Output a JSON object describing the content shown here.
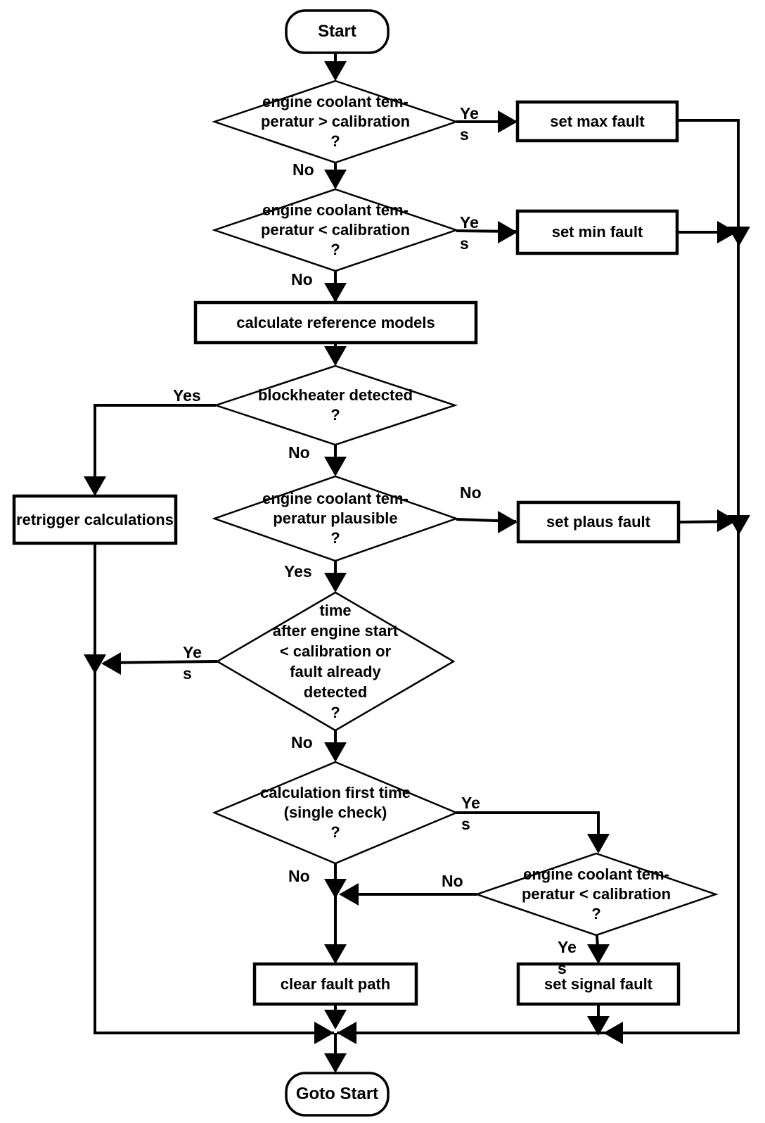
{
  "diagram": {
    "background": "#ffffff",
    "line_color": "#000000",
    "nodes": {
      "start": {
        "type": "terminator",
        "label": "Start"
      },
      "check_temp_high": {
        "type": "decision",
        "label": "engine coolant tem-\nperatur > calibration\n?"
      },
      "set_max_fault": {
        "type": "process",
        "label": "set max fault"
      },
      "check_temp_low": {
        "type": "decision",
        "label": "engine coolant tem-\nperatur < calibration\n?"
      },
      "set_min_fault": {
        "type": "process",
        "label": "set min fault"
      },
      "calc_reference": {
        "type": "process",
        "label": "calculate reference models"
      },
      "check_blockheater": {
        "type": "decision",
        "label": "blockheater detected\n?"
      },
      "retrigger_calculations": {
        "type": "process",
        "label": "retrigger calculations"
      },
      "check_plausible": {
        "type": "decision",
        "label": "engine coolant tem-\nperatur plausible\n?"
      },
      "set_plaus_fault": {
        "type": "process",
        "label": "set plaus fault"
      },
      "check_time": {
        "type": "decision",
        "label": "time\nafter engine start\n< calibration or\nfault already\ndetected\n?"
      },
      "check_first_time": {
        "type": "decision",
        "label": "calculation first time\n(single check)\n?"
      },
      "check_signal_temp": {
        "type": "decision",
        "label": "engine coolant tem-\nperatur < calibration\n?"
      },
      "clear_fault_path": {
        "type": "process",
        "label": "clear fault path"
      },
      "set_signal_fault": {
        "type": "process",
        "label": "set signal fault"
      },
      "goto_start": {
        "type": "terminator",
        "label": "Goto Start"
      }
    },
    "edge_labels": {
      "temp_high_yes": "Ye\ns",
      "temp_high_no": "No",
      "temp_low_yes": "Ye\ns",
      "temp_low_no": "No",
      "blockheater_yes": "Yes",
      "blockheater_no": "No",
      "plausible_no": "No",
      "plausible_yes": "Yes",
      "time_yes": "Ye\ns",
      "time_no": "No",
      "first_time_yes": "Ye\ns",
      "first_time_no": "No",
      "signal_temp_no": "No",
      "signal_temp_yes": "Ye\ns"
    }
  }
}
